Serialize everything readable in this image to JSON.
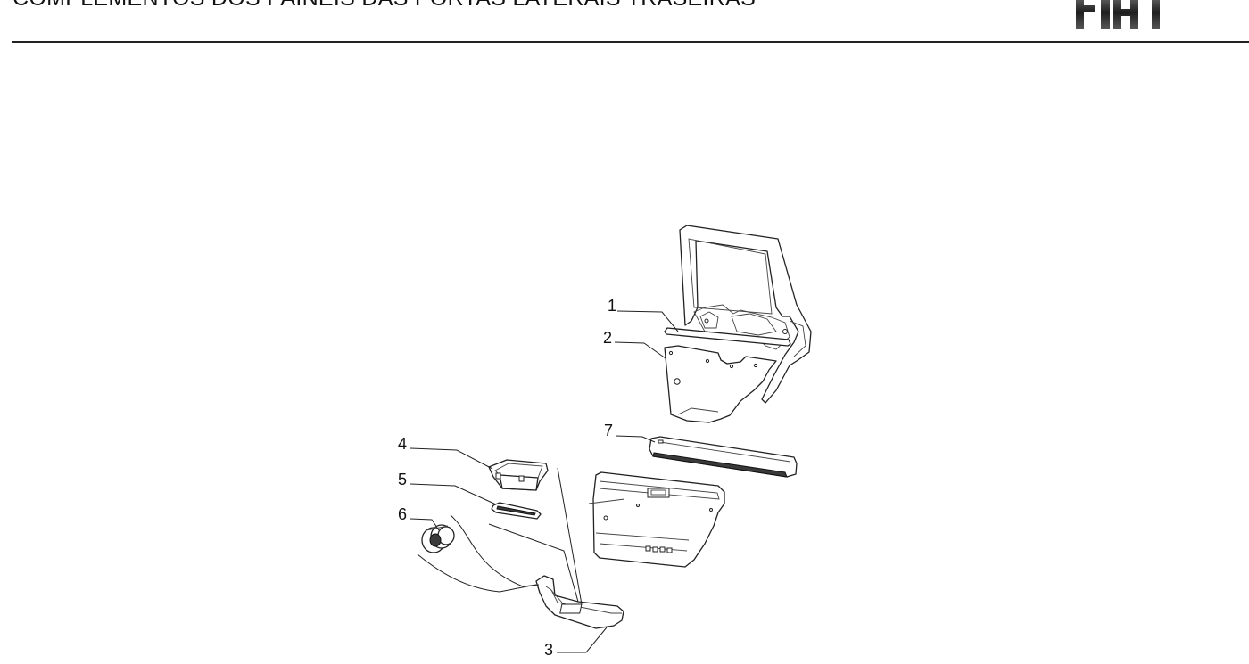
{
  "header": {
    "title": "COMPLEMENTOS DOS PAINEIS DAS PORTAS LATERAIS TRASEIRAS",
    "brand": "FIAT"
  },
  "diagram": {
    "callouts": [
      "1",
      "2",
      "3",
      "4",
      "5",
      "6",
      "7"
    ]
  },
  "colors": {
    "text": "#111111",
    "rule": "#222222",
    "logo": "#2b2b2b"
  }
}
